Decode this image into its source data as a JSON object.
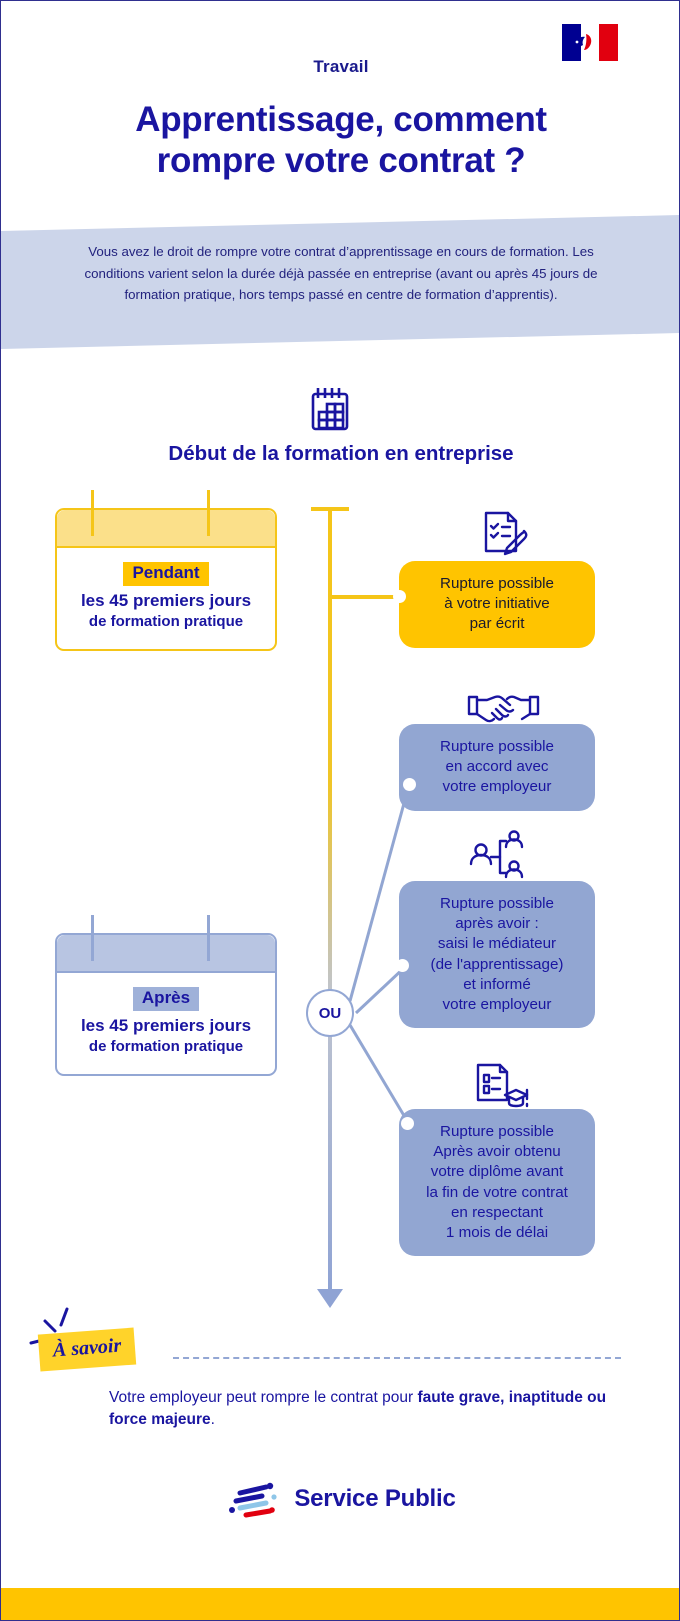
{
  "header": {
    "kicker": "Travail",
    "title": "Apprentissage, comment rompre votre contrat ?",
    "title_line1": "Apprentissage, comment",
    "title_line2": "rompre votre contrat ?",
    "flag_icon": "french-republic-marianne-flag-icon"
  },
  "intro": {
    "text": "Vous avez le droit de rompre votre contrat d’apprentissage en cours de formation. Les conditions varient selon la durée déjà passée en entreprise (avant ou après 45 jours de formation pratique, hors temps passé en centre de formation d’apprentis)."
  },
  "timeline": {
    "icon": "calendar-icon",
    "heading": "Début de la formation en entreprise",
    "junction_label": "OU"
  },
  "periods": [
    {
      "id": "pendant",
      "tag": "Pendant",
      "line1": "les 45 premiers jours",
      "line2": "de formation pratique",
      "accent_color": "#F5C518"
    },
    {
      "id": "apres",
      "tag": "Après",
      "line1": "les 45 premiers jours",
      "line2": "de formation pratique",
      "accent_color": "#93a7d4"
    }
  ],
  "outcomes": [
    {
      "id": "initiative-ecrit",
      "icon": "document-checklist-pen-icon",
      "color": "#FFC400",
      "lines": [
        "Rupture possible",
        "à votre initiative",
        "par écrit"
      ]
    },
    {
      "id": "accord-employeur",
      "icon": "handshake-icon",
      "color": "#92a6d2",
      "lines": [
        "Rupture possible",
        "en accord avec",
        "votre employeur"
      ]
    },
    {
      "id": "mediateur",
      "icon": "mediator-people-icon",
      "color": "#92a6d2",
      "lines": [
        "Rupture possible",
        "après avoir :",
        "saisi le médiateur",
        "(de l'apprentissage)",
        "et informé",
        "votre employeur"
      ]
    },
    {
      "id": "diplome",
      "icon": "diploma-graduation-icon",
      "color": "#92a6d2",
      "lines": [
        "Rupture possible",
        "Après avoir obtenu",
        "votre diplôme avant",
        "la fin de votre contrat",
        "en respectant",
        "1 mois de délai"
      ]
    }
  ],
  "note": {
    "badge": "À savoir",
    "text_part1": "Votre employeur peut rompre le contrat pour ",
    "text_bold": "faute grave, inaptitude ou force majeure",
    "text_part2": "."
  },
  "footer": {
    "brand": "Service Public",
    "logo_icon": "service-public-logo-icon"
  },
  "colors": {
    "navy": "#1a15a0",
    "yellow": "#FFC400",
    "light_yellow": "#FBE08A",
    "blue": "#92a6d2",
    "light_blue": "#ccd5ea"
  }
}
